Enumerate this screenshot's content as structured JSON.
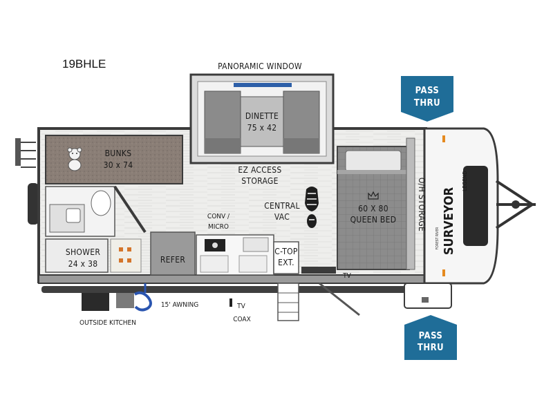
{
  "model": "19BHLE",
  "labels": {
    "panoramic_window": "PANORAMIC WINDOW",
    "dinette_title": "DINETTE",
    "dinette_size": "75 x 42",
    "bunks_title": "BUNKS",
    "bunks_size": "30 x 74",
    "ez_access_1": "EZ ACCESS",
    "ez_access_2": "STORAGE",
    "central_1": "CENTRAL",
    "central_2": "VAC",
    "conv_1": "CONV /",
    "conv_2": "MICRO",
    "shower_title": "SHOWER",
    "shower_size": "24 x 38",
    "refer": "REFER",
    "ctop_1": "C-TOP",
    "ctop_2": "EXT.",
    "bed_size": "60 X 80",
    "bed_title": "QUEEN BED",
    "oh_storage": "O/H STORAGE",
    "tv": "TV",
    "awning": "15' AWNING",
    "tv_coax_1": "TV",
    "tv_coax_2": "COAX",
    "outside_kitchen": "OUTSIDE KITCHEN",
    "pass_thru_top_1": "PASS",
    "pass_thru_top_2": "THRU",
    "pass_thru_bottom_1": "PASS",
    "pass_thru_bottom_2": "THRU"
  },
  "brand": {
    "logo_text": "SURVEYOR",
    "logo_sub": "LEGEND",
    "logo_small": "FOREST RIVER"
  },
  "colors": {
    "pass_thru": "#1f6d98",
    "wall": "#3b3b3b",
    "floor": "#ececea",
    "cabinet": "#9a9a9a"
  },
  "icons": [
    "teddy-bear-icon",
    "footprint-icon",
    "crown-icon"
  ]
}
